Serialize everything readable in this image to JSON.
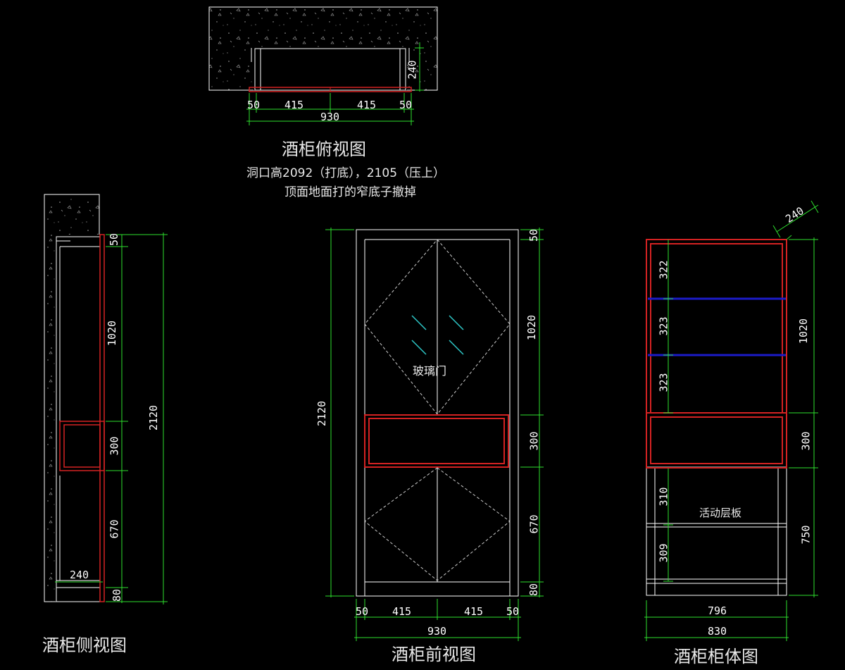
{
  "colors": {
    "outline": "#ffffff",
    "cabinet": "#d42222",
    "dimension": "#2ee02e",
    "shelf": "#1b1bc8",
    "accent": "#2ec8c8"
  },
  "titles": {
    "top": "酒柜俯视图",
    "side": "酒柜侧视图",
    "front": "酒柜前视图",
    "body": "酒柜柜体图"
  },
  "notes": {
    "line1": "洞口高2092（打底），2105（压上）",
    "line2": "顶面地面打的窄底子撤掉"
  },
  "labels": {
    "glass_door": "玻璃门",
    "movable_shelf": "活动层板"
  },
  "top_view": {
    "d1": "50",
    "d2": "415",
    "d3": "415",
    "d4": "50",
    "total": "930",
    "depth": "240"
  },
  "side_view": {
    "d1": "50",
    "d2": "1020",
    "d3": "300",
    "d4": "670",
    "d5": "80",
    "total": "2120",
    "depth": "240"
  },
  "front_view": {
    "d1": "50",
    "d2": "1020",
    "d3": "300",
    "d4": "670",
    "d5": "80",
    "total": "2120",
    "w1": "50",
    "w2": "415",
    "w3": "415",
    "w4": "50",
    "width": "930"
  },
  "body_view": {
    "s1": "322",
    "s2": "323",
    "s3": "323",
    "s4": "310",
    "s5": "309",
    "d1": "1020",
    "d2": "300",
    "d3": "750",
    "depth": "240",
    "inner_width": "796",
    "outer_width": "830"
  }
}
